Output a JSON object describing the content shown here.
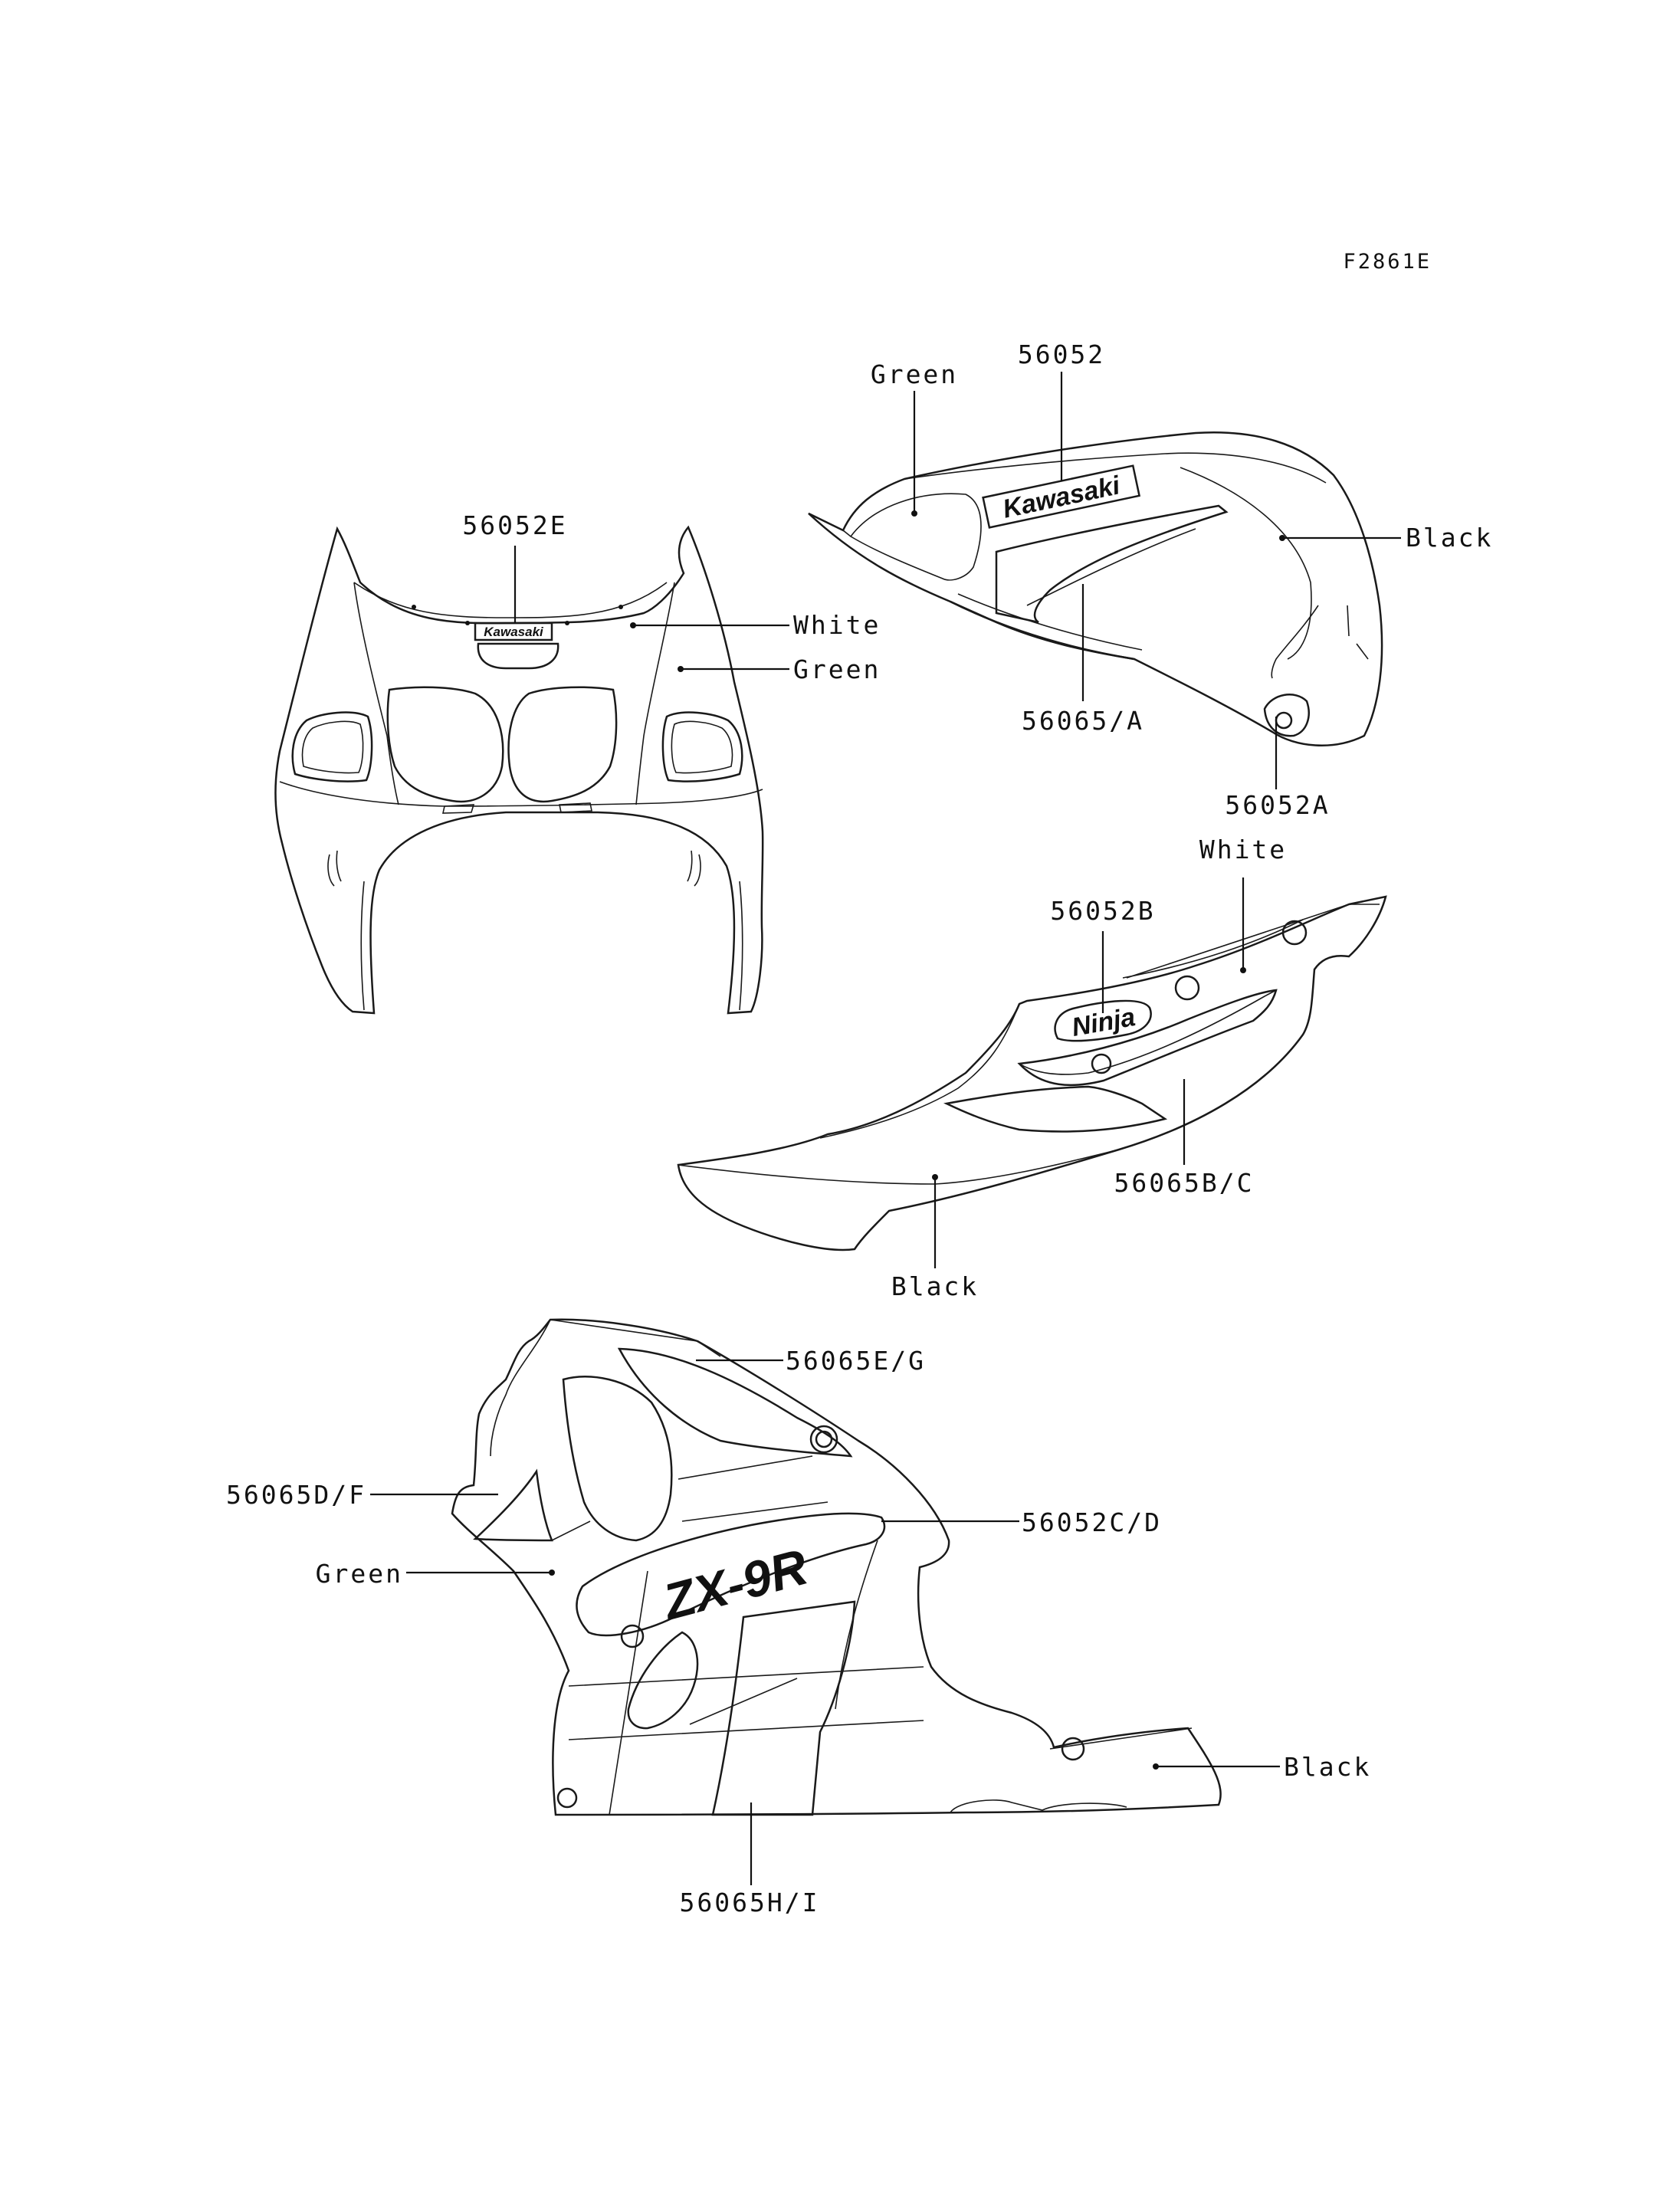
{
  "figure_code": "F2861E",
  "colors": {
    "line": "#1a1a1a",
    "background": "#ffffff"
  },
  "upper_cowl": {
    "labels": {
      "part": "56052E",
      "white": "White",
      "green": "Green"
    },
    "emblem_text": "Kawasaki"
  },
  "fuel_tank": {
    "labels": {
      "color_green": "Green",
      "part_top": "56052",
      "color_black": "Black",
      "part_stripe": "56065/A",
      "part_cap": "56052A"
    },
    "emblem_text": "Kawasaki"
  },
  "seat_cowl": {
    "labels": {
      "color_white": "White",
      "part_emblem": "56052B",
      "part_stripe": "56065B/C",
      "color_black": "Black"
    },
    "emblem_text": "Ninja"
  },
  "side_fairing": {
    "labels": {
      "part_upper": "56065E/G",
      "part_left": "56065D/F",
      "part_emblem": "56052C/D",
      "color_green": "Green",
      "color_black": "Black",
      "part_bottom": "56065H/I"
    },
    "emblem_text": "ZX-9R"
  }
}
